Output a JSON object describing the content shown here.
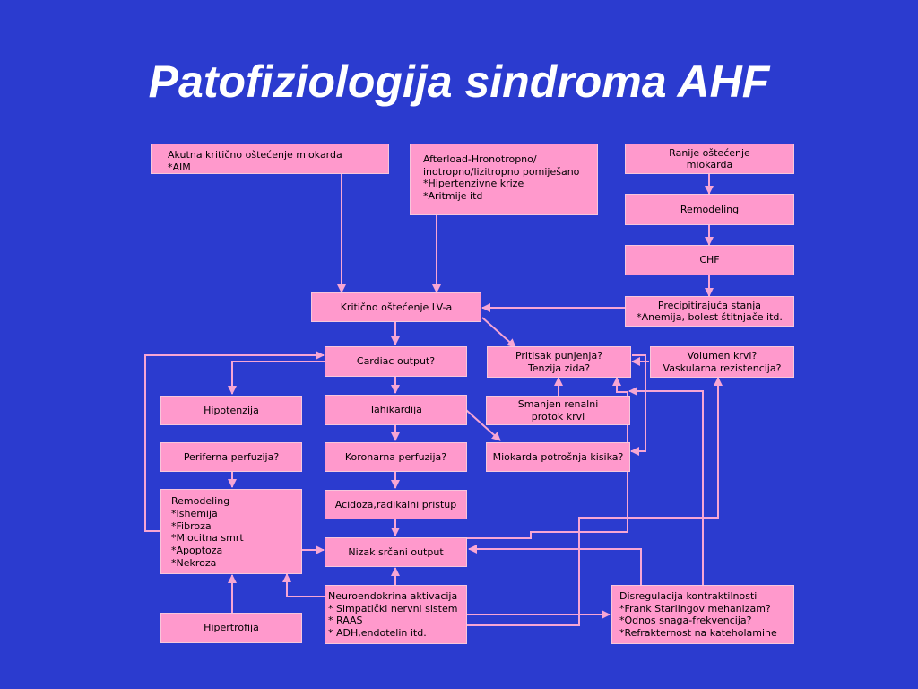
{
  "title": "Patofiziologija sindroma AHF",
  "boxes": {
    "akutna": "Akutna kritično oštećenje miokarda\n*AIM",
    "afterload": "Afterload-Hronotropno/\ninotropno/lizitropno pomiješano\n*Hipertenzivne krize\n*Aritmije itd",
    "ranije": "Ranije oštećenje\nmiokarda",
    "remodeling_top": "Remodeling",
    "chf": "CHF",
    "precipitirajuca": "Precipitirajuća stanja\n*Anemija, bolest štitnjače itd.",
    "kriticno": "Kritično oštećenje LV-a",
    "cardiac": "Cardiac output?",
    "pritisak": "Pritisak punjenja?\nTenzija zida?",
    "volumen": "Volumen krvi?\nVaskularna rezistencija?",
    "hipotenzija": "Hipotenzija",
    "tahikardija": "Tahikardija",
    "smanjen": "Smanjen renalni\nprotok krvi",
    "periferna": "Periferna perfuzija?",
    "koronarna": "Koronarna perfuzija?",
    "miokarda_potrosnja": "Miokarda potrošnja kisika?",
    "remodeling_left": "Remodeling\n*Ishemija\n*Fibroza\n*Miocitna smrt\n*Apoptoza\n*Nekroza",
    "acidoza": "Acidoza,radikalni pristup",
    "nizak": "Nizak srčani output",
    "hipertrofija": "Hipertrofija",
    "neuroendokrina": "Neuroendokrina aktivacija\n* Simpatički nervni sistem\n* RAAS\n* ADH,endotelin itd.",
    "disregulacija": "Disregulacija kontraktilnosti\n*Frank Starlingov mehanizam?\n*Odnos snaga-frekvencija?\n*Refrakternost na kateholamine"
  },
  "colors": {
    "background": "#2b3bcf",
    "box_fill": "#ff99cc",
    "connector": "#f7a6d4",
    "title": "#ffffff"
  }
}
